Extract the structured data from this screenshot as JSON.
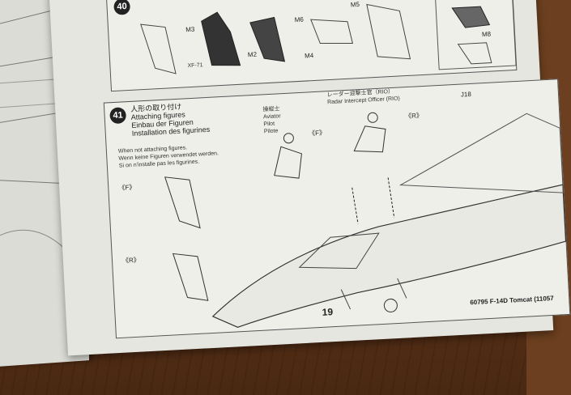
{
  "step40": {
    "number": "40",
    "parts": [
      "M3",
      "M2",
      "M6",
      "M4",
      "M5",
      "M8",
      "XF-71"
    ]
  },
  "step41": {
    "number": "41",
    "title_jp": "人形の取り付け",
    "title_en": "Attaching figures",
    "title_de": "Einbau der Figuren",
    "title_fr": "Installation des figurines",
    "note_en": "When not attaching figures.",
    "note_de": "Wenn keine Figuren verwendet werden.",
    "note_fr": "Si on n'installe pas les figurines.",
    "aviator_jp": "操縦士",
    "aviator_en": "Aviator",
    "aviator_it": "Pilot",
    "aviator_fr": "Pilote",
    "rio_jp": "レーダー迎撃士官（RIO）",
    "rio_en": "Radar Intercept Officer (RIO)",
    "front_label": "《F》",
    "rear_label": "《R》",
    "part_j18": "J18"
  },
  "page_number": "19",
  "footer": "60795 F-14D Tomcat (11057"
}
